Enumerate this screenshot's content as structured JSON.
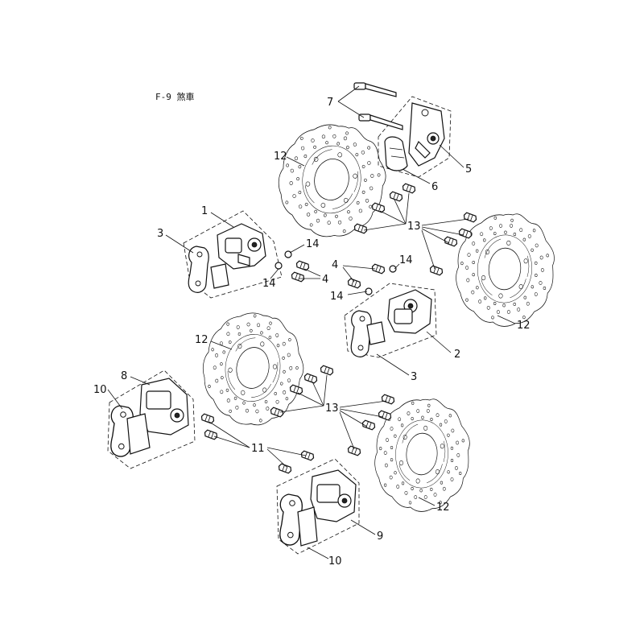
{
  "title": "F-9 煞車",
  "callouts": {
    "c1": "1",
    "c2": "2",
    "c3a": "3",
    "c3b": "3",
    "c4a": "4",
    "c4b": "4",
    "c5": "5",
    "c6": "6",
    "c7": "7",
    "c8": "8",
    "c9": "9",
    "c10a": "10",
    "c10b": "10",
    "c11": "11",
    "c12a": "12",
    "c12b": "12",
    "c12c": "12",
    "c12d": "12",
    "c13a": "13",
    "c13b": "13",
    "c14a": "14",
    "c14b": "14",
    "c14c": "14",
    "c14d": "14"
  }
}
